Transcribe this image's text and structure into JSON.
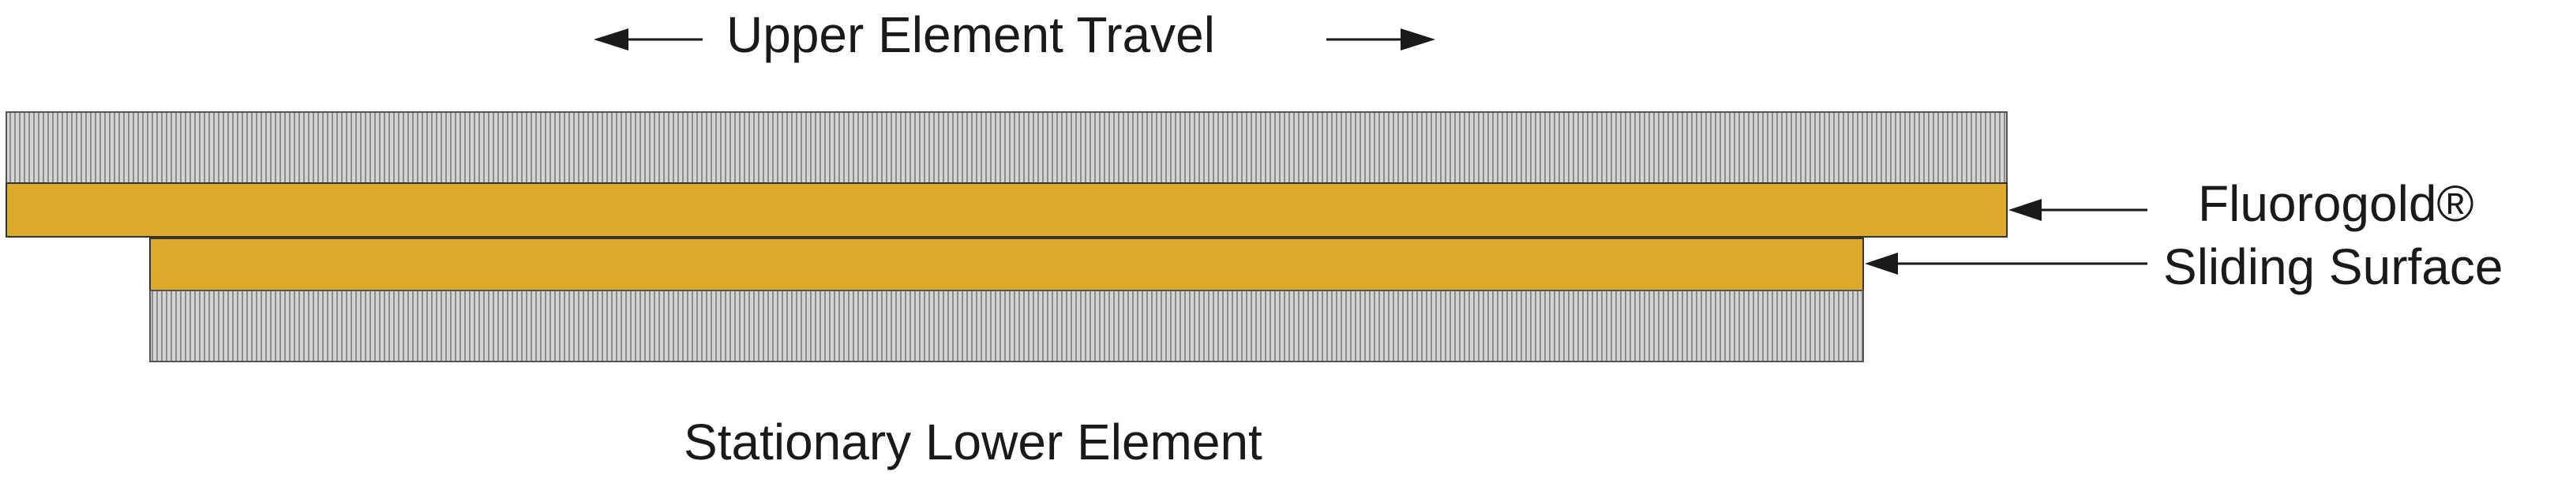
{
  "labels": {
    "travel": "Upper Element Travel",
    "lower": "Stationary Lower Element",
    "fluoro_line1": "Fluorogold®",
    "fluoro_line2": "Sliding Surface"
  },
  "colors": {
    "sliding_surface": "#DDAA2C",
    "element_hatch_light": "#cfcfcf",
    "element_hatch_dark": "#8a8a8a",
    "outline": "#333333",
    "text": "#1a1a1a"
  },
  "icons": [
    "left-arrow-icon",
    "right-arrow-icon"
  ]
}
